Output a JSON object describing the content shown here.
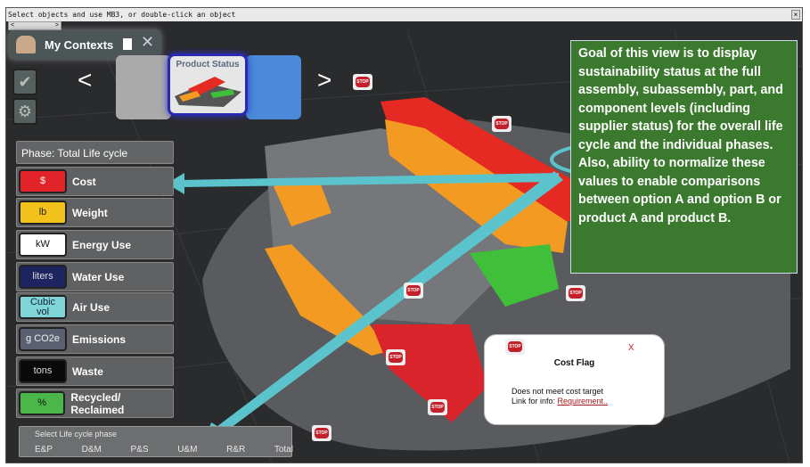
{
  "status_bar": "Select objects and use MB3, or double-click an object",
  "contexts": {
    "title": "My Contexts",
    "close": "✕"
  },
  "carousel": {
    "prev": "<",
    "next": ">",
    "selected": "Product Status"
  },
  "phase_label": "Phase: Total Life cycle",
  "metrics": [
    {
      "unit": "$",
      "label": "Cost",
      "color": "#e2242a",
      "text_color": "#fff"
    },
    {
      "unit": "lb",
      "label": "Weight",
      "color": "#f2c21a",
      "text_color": "#222"
    },
    {
      "unit": "kW",
      "label": "Energy Use",
      "color": "#ffffff",
      "text_color": "#111"
    },
    {
      "unit": "liters",
      "label": "Water Use",
      "color": "#1d2460",
      "text_color": "#ddd"
    },
    {
      "unit": "Cubic vol",
      "label": "Air Use",
      "color": "#7fd4d8",
      "text_color": "#123"
    },
    {
      "unit": "g  CO2e",
      "label": "Emissions",
      "color": "#5a6070",
      "text_color": "#eee"
    },
    {
      "unit": "tons",
      "label": "Waste",
      "color": "#0a0a0a",
      "text_color": "#ddd"
    },
    {
      "unit": "%",
      "label": "Recycled/ Reclaimed",
      "color": "#4bb748",
      "text_color": "#111"
    }
  ],
  "lifecycle": {
    "title": "Select Life cycle phase",
    "phases": [
      "E&P",
      "D&M",
      "P&S",
      "U&M",
      "R&R",
      "Total"
    ]
  },
  "goal_text": "Goal of this view is to display sustainability status at the full assembly, subassembly, part, and component levels (including supplier status) for the overall life cycle and the individual phases.  Also, ability to normalize these values to enable comparisons between option A and option B or product A and product B.",
  "stop_label": "STOP",
  "cost_flag": {
    "title": "Cost Flag",
    "close": "X",
    "message": "Does not meet cost target",
    "link_prefix": "Link for info: ",
    "link": "Requirement.."
  }
}
